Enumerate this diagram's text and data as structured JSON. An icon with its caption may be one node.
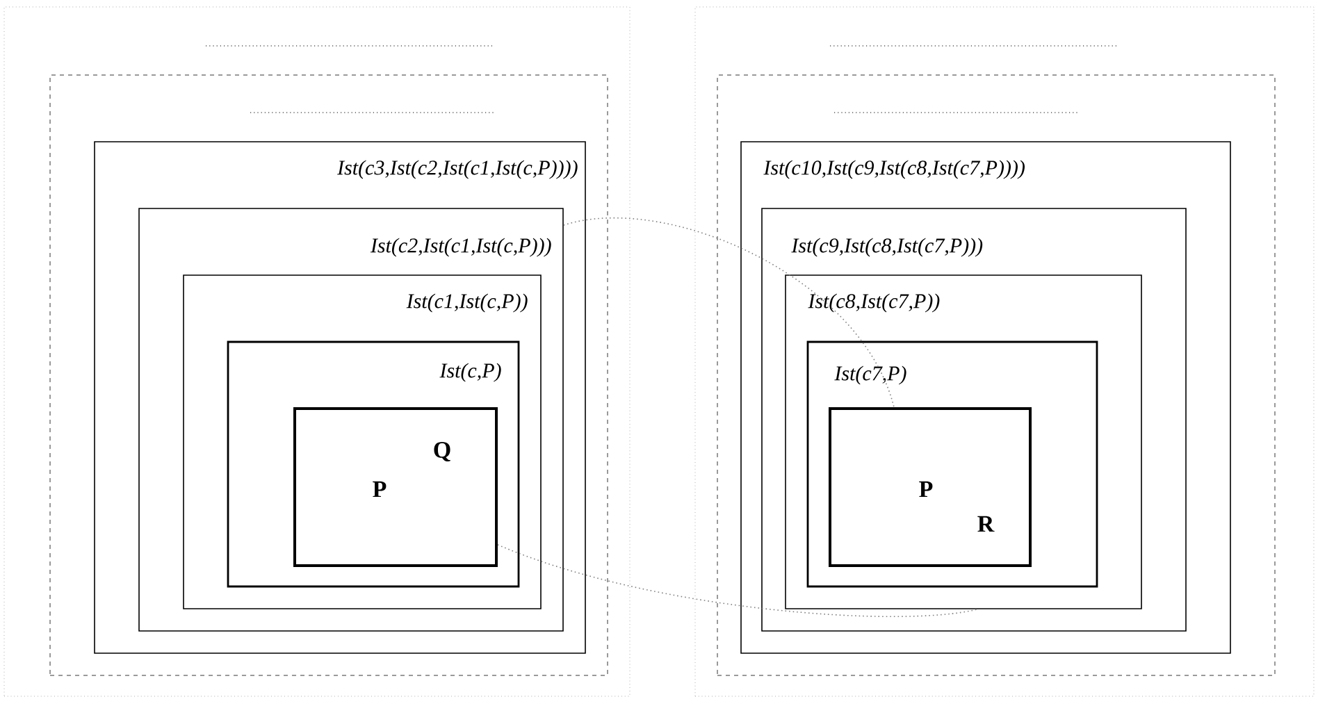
{
  "diagram": {
    "nodes": [
      {
        "text": [],
        "shape": "box"
      },
      {
        "text": [],
        "shape": "box",
        "in": 0
      },
      {
        "text": [
          "Ist(c3,Ist(c2,Ist(c1,Ist(c,P))))"
        ],
        "in": 1
      },
      {
        "text": [
          "Ist(c2,Ist(c1,Ist(c,P)))"
        ],
        "in": 2
      },
      {
        "text": [
          "Ist(c1,Ist(c,P))"
        ],
        "in": 3
      },
      {
        "text": [
          "Ist(c,P)"
        ],
        "in": 4
      },
      {
        "text": [
          "Q",
          "P"
        ],
        "in": 5
      },
      {
        "text": [],
        "shape": "box"
      },
      {
        "text": [],
        "shape": "box",
        "in": 7
      },
      {
        "text": [
          "Ist(c10,Ist(c9,Ist(c8,Ist(c7,P))))"
        ],
        "in": 8
      },
      {
        "text": [
          "Ist(c9,Ist(c8,Ist(c7,P)))"
        ],
        "in": 9
      },
      {
        "text": [
          "Ist(c8,Ist(c7,P))"
        ],
        "in": 10
      },
      {
        "text": [
          "Ist(c7,P)"
        ],
        "in": 11
      },
      {
        "text": [
          "P",
          "R"
        ],
        "in": 12
      }
    ],
    "edges": [
      {
        "from": 3,
        "to": 13,
        "arrow": "none",
        "style": "dashed"
      },
      {
        "from": 6,
        "to": 11,
        "arrow": "none",
        "style": "dashed"
      }
    ]
  }
}
